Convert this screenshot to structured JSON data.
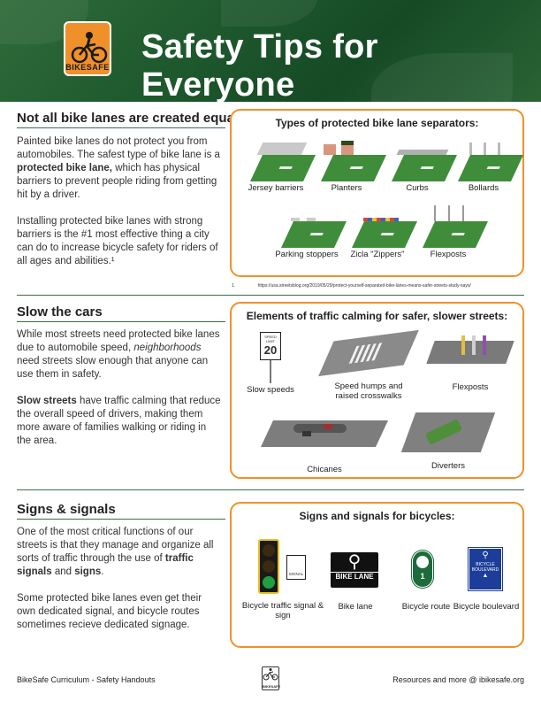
{
  "header": {
    "logo_text": "BIKESAFE",
    "title": "Safety Tips for Everyone"
  },
  "section1": {
    "title": "Not all bike lanes are created equal",
    "p1_a": "Painted bike lanes do not protect you from automobiles. The safest type of bike lane is a ",
    "p1_b": "protected bike lane,",
    "p1_c": " which has physical barriers to prevent people riding from getting hit by a driver.",
    "p2": "Installing protected bike lanes with strong barriers is the #1 most effective thing a city can do to increase bicycle safety for riders of all ages and abilities.¹",
    "panel_title": "Types of protected bike lane separators:",
    "items": [
      "Jersey barriers",
      "Planters",
      "Curbs",
      "Bollards",
      "Parking stoppers",
      "Zicla \"Zippers\"",
      "Flexposts"
    ],
    "footnote_num": "1.",
    "footnote": "https://usa.streetsblog.org/2019/05/29/protect-yourself-separated-bike-lanes-means-safer-streets-study-says/"
  },
  "section2": {
    "title": "Slow the cars",
    "p1_a": "While most streets need protected bike lanes due to automobile speed, ",
    "p1_b": "neighborhoods",
    "p1_c": " need streets slow enough that anyone can use them in safety.",
    "p2_a": "Slow streets",
    "p2_b": " have traffic calming that reduce the overall speed of drivers, making them more aware of families walking or riding in the area.",
    "panel_title": "Elements of traffic calming for safer, slower streets:",
    "sign_top": "SPEED LIMIT",
    "sign_num": "20",
    "items": [
      "Slow speeds",
      "Speed humps and raised crosswalks",
      "Flexposts",
      "Chicanes",
      "Diverters"
    ]
  },
  "section3": {
    "title": "Signs & signals",
    "p1_a": "One of the most critical functions of our streets is that they manage and organize all sorts of traffic through the use of ",
    "p1_b": "traffic signals",
    "p1_c": " and ",
    "p1_d": "signs",
    "p1_e": ".",
    "p2": "Some protected bike lanes even get their own dedicated signal, and bicycle routes sometimes recieve dedicated signage.",
    "panel_title": "Signs and signals for bicycles:",
    "signal_sign": "SIGNAL",
    "bike_lane_sign": "BIKE LANE",
    "route_num": "1",
    "boulevard_sign": "BICYCLE BOULEVARD",
    "items": [
      "Bicycle traffic signal & sign",
      "Bike lane",
      "Bicycle route",
      "Bicycle boulevard"
    ]
  },
  "footer": {
    "left": "BikeSafe Curriculum - Safety Handouts",
    "right": "Resources and more @ ibikesafe.org",
    "logo_text": "BIKESAFE"
  },
  "colors": {
    "header_green": "#1f5a2e",
    "accent_orange": "#f0902a",
    "lane_green": "#3f8d3a",
    "rule_green": "#3c6e4a"
  }
}
